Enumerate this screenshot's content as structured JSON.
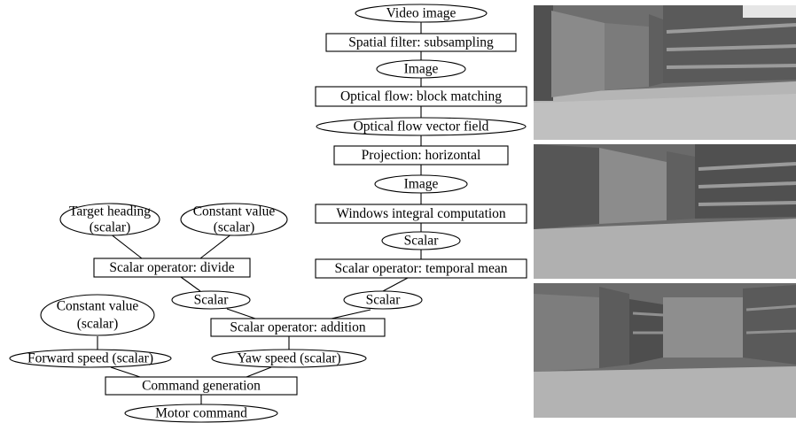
{
  "pipeline": {
    "video_image": "Video image",
    "spatial_filter": "Spatial filter: subsampling",
    "image_1": "Image",
    "optical_flow": "Optical flow: block matching",
    "flow_field": "Optical flow vector field",
    "projection": "Projection: horizontal",
    "image_2": "Image",
    "windows_integral": "Windows integral computation",
    "scalar_1": "Scalar",
    "temporal_mean": "Scalar operator: temporal mean",
    "scalar_2": "Scalar"
  },
  "heading_branch": {
    "target_heading_line1": "Target heading",
    "target_heading_line2": "(scalar)",
    "constant_value_line1": "Constant value",
    "constant_value_line2": "(scalar)",
    "divide": "Scalar operator: divide",
    "scalar_3": "Scalar"
  },
  "output_branch": {
    "addition": "Scalar operator: addition",
    "constant_value_line1": "Constant value",
    "constant_value_line2": "(scalar)",
    "forward_speed": "Forward speed (scalar)",
    "yaw_speed": "Yaw speed (scalar)",
    "command_generation": "Command generation",
    "motor_command": "Motor command"
  },
  "frames": {
    "count": 3,
    "tones": [
      "#7a7a7a",
      "#6c6c6c",
      "#777777"
    ]
  }
}
